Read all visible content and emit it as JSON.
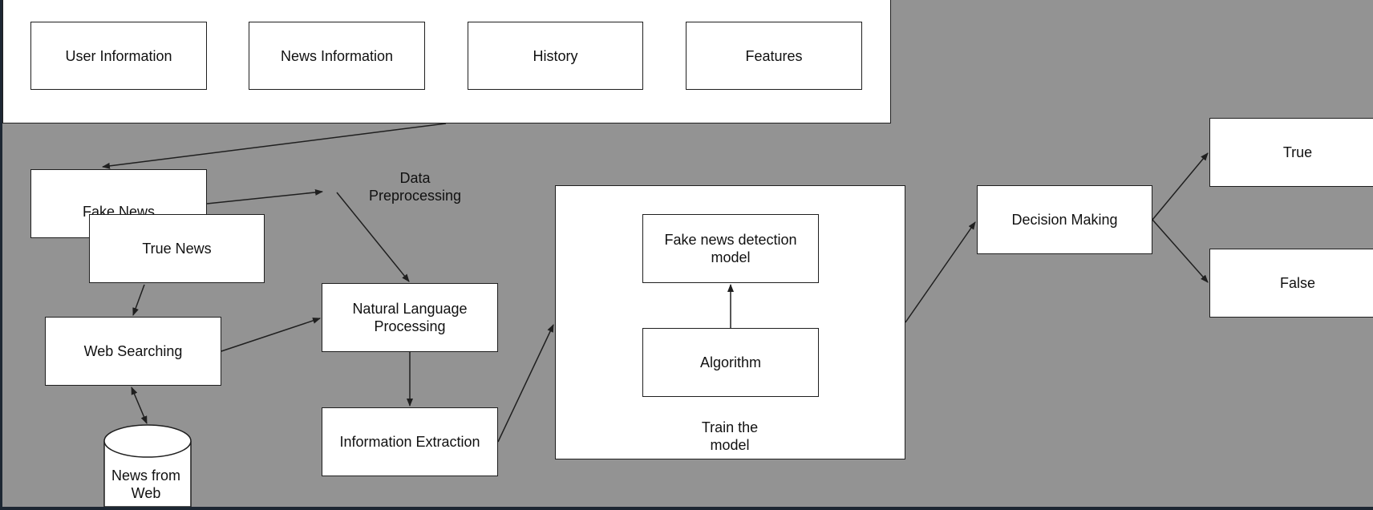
{
  "top_panel": {
    "items": [
      {
        "label": "User Information"
      },
      {
        "label": "News Information"
      },
      {
        "label": "History"
      },
      {
        "label": "Features"
      }
    ]
  },
  "nodes": {
    "fake_news": "Fake News",
    "true_news": "True News",
    "web_searching": "Web Searching",
    "news_from_web": "News from\nWeb",
    "data_preprocessing": "Data\nPreprocessing",
    "nlp": "Natural Language\nProcessing",
    "information_extraction": "Information Extraction",
    "fake_news_detection_model": "Fake news detection\nmodel",
    "algorithm": "Algorithm",
    "train_the_model": "Train the\nmodel",
    "decision_making": "Decision Making",
    "true": "True",
    "false": "False"
  },
  "colors": {
    "background": "#939393",
    "node_fill": "#ffffff",
    "stroke": "#1f1f1f",
    "frame": "#1d2733"
  }
}
